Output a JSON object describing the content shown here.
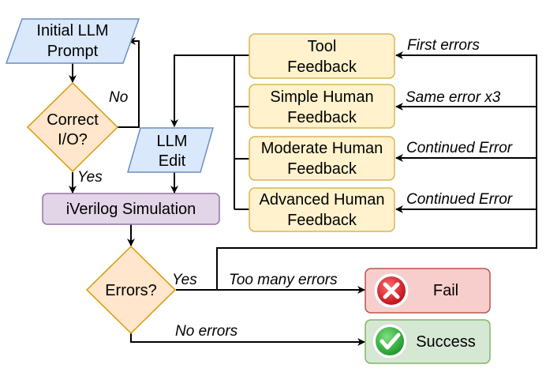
{
  "nodes": {
    "initial_prompt": [
      "Initial LLM",
      "Prompt"
    ],
    "correct_io": [
      "Correct",
      "I/O?"
    ],
    "llm_edit": [
      "LLM",
      "Edit"
    ],
    "iverilog": "iVerilog Simulation",
    "errors_decision": "Errors?",
    "tool_feedback": [
      "Tool",
      "Feedback"
    ],
    "simple_feedback": [
      "Simple Human",
      "Feedback"
    ],
    "moderate_feedback": [
      "Moderate Human",
      "Feedback"
    ],
    "advanced_feedback": [
      "Advanced Human",
      "Feedback"
    ],
    "fail": "Fail",
    "success": "Success"
  },
  "edge_labels": {
    "no": "No",
    "yes_correct": "Yes",
    "yes_errors": "Yes",
    "first_errors": "First errors",
    "same_error": "Same error x3",
    "continued_error_1": "Continued Error",
    "continued_error_2": "Continued Error",
    "too_many_errors": "Too many errors",
    "no_errors": "No errors"
  },
  "icons": {
    "fail": "x-mark-circle-icon",
    "success": "check-mark-circle-icon"
  },
  "colors": {
    "blue_fill": "#dae8fc",
    "blue_stroke": "#6c8ebf",
    "orange_fill": "#ffe6cc",
    "orange_stroke": "#d79b00",
    "yellow_fill": "#fff2cc",
    "yellow_stroke": "#d6b656",
    "purple_fill": "#e1d5e7",
    "purple_stroke": "#9673a6",
    "red_fill": "#f8cecc",
    "red_stroke": "#b85450",
    "green_fill": "#d5e8d4",
    "green_stroke": "#82b366"
  }
}
